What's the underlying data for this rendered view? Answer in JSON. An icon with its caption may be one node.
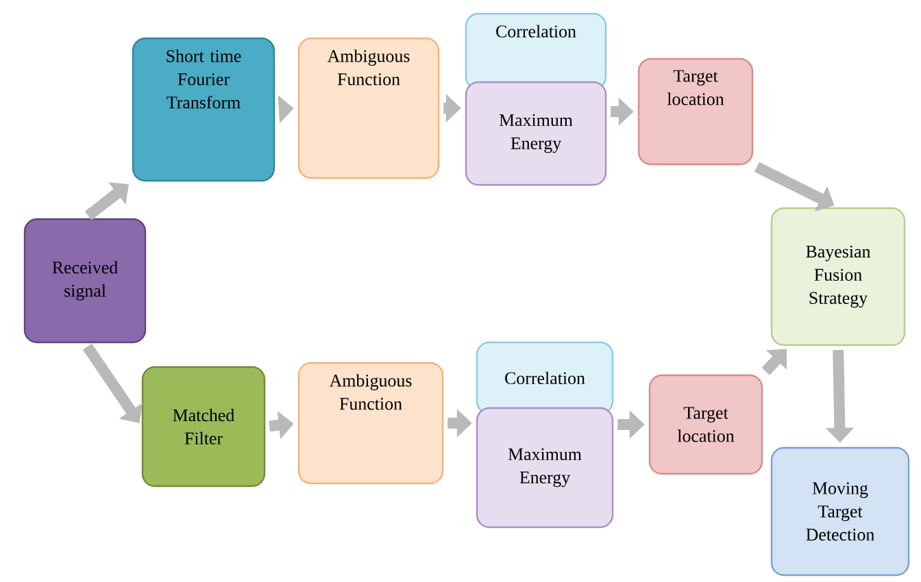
{
  "diagram": {
    "nodes": [
      {
        "text": [
          "Received signal"
        ]
      },
      {
        "text": [
          "Short time Fourier Transform"
        ]
      },
      {
        "text": [
          "Ambiguous Function"
        ]
      },
      {
        "text": [
          "Correlation"
        ]
      },
      {
        "text": [
          "Maximum Energy"
        ]
      },
      {
        "text": [
          "Target location"
        ]
      },
      {
        "text": [
          "Bayesian Fusion Strategy"
        ]
      },
      {
        "text": [
          "Matched Filter"
        ]
      },
      {
        "text": [
          "Ambiguous Function"
        ]
      },
      {
        "text": [
          "Correlation"
        ]
      },
      {
        "text": [
          "Maximum Energy"
        ]
      },
      {
        "text": [
          "Target location"
        ]
      },
      {
        "text": [
          "Moving Target Detection"
        ]
      }
    ],
    "edges": [
      {
        "from": 0,
        "to": 1,
        "arrow": "to"
      },
      {
        "from": 1,
        "to": 2,
        "arrow": "to"
      },
      {
        "from": 2,
        "to": 4,
        "arrow": "to"
      },
      {
        "from": 4,
        "to": 5,
        "arrow": "to"
      },
      {
        "from": 5,
        "to": 6,
        "arrow": "to"
      },
      {
        "from": 0,
        "to": 7,
        "arrow": "to"
      },
      {
        "from": 7,
        "to": 8,
        "arrow": "to"
      },
      {
        "from": 8,
        "to": 10,
        "arrow": "to"
      },
      {
        "from": 10,
        "to": 11,
        "arrow": "to"
      },
      {
        "from": 11,
        "to": 6,
        "arrow": "to"
      },
      {
        "from": 6,
        "to": 12,
        "arrow": "to"
      }
    ]
  }
}
